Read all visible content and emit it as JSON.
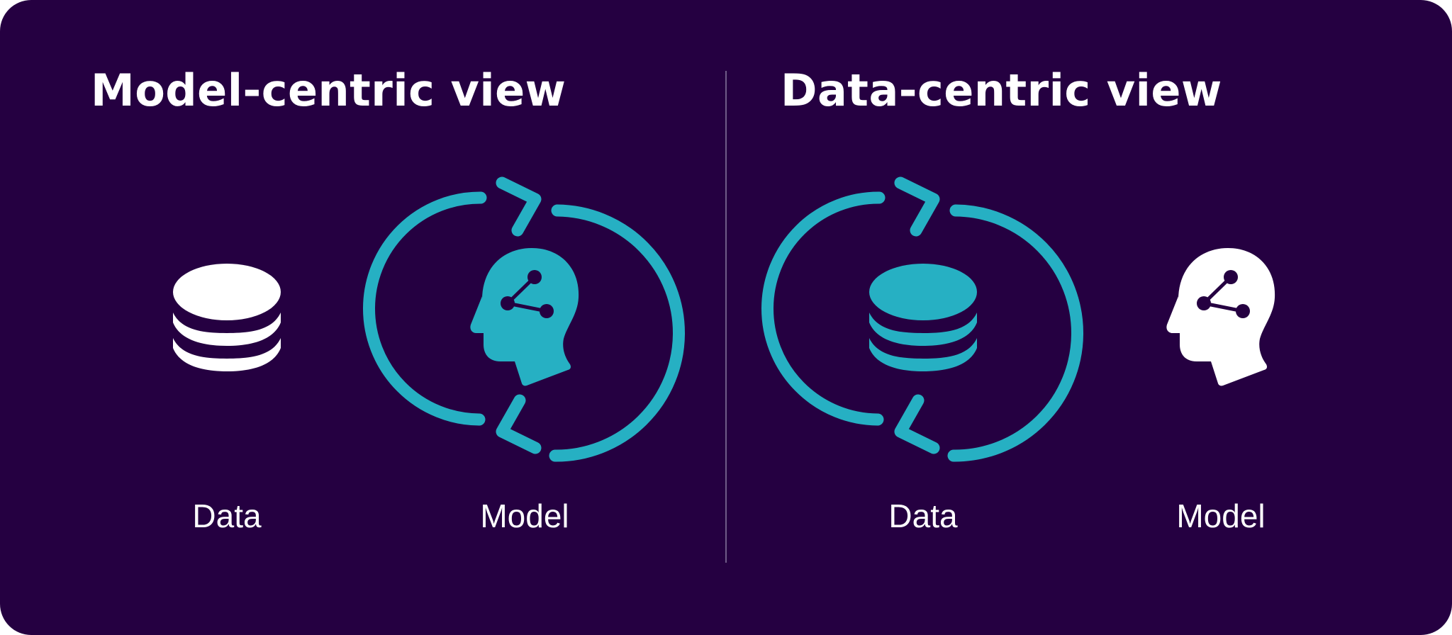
{
  "colors": {
    "background": "#250041",
    "text": "#ffffff",
    "accent": "#26b0c3",
    "divider": "#8a7ba0"
  },
  "left_panel": {
    "title": "Model-centric view",
    "data_label": "Data",
    "model_label": "Model",
    "highlighted": "model"
  },
  "right_panel": {
    "title": "Data-centric view",
    "data_label": "Data",
    "model_label": "Model",
    "highlighted": "data"
  },
  "icons": {
    "data": "database-stack-icon",
    "model": "ai-head-icon",
    "cycle": "refresh-cycle-icon"
  }
}
